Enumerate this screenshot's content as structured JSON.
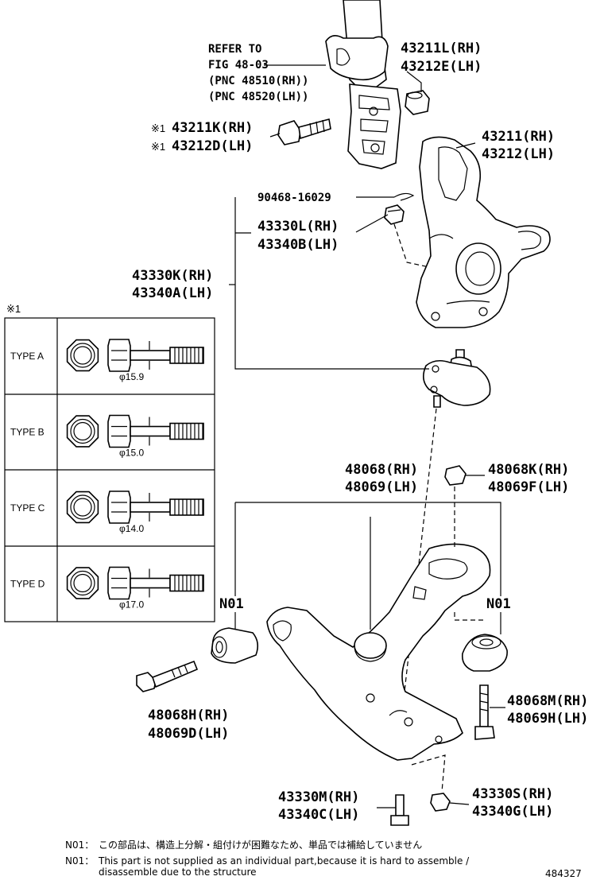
{
  "refer": {
    "line1": "REFER TO",
    "line2": "FIG 48-03",
    "line3": "(PNC 48510(RH))",
    "line4": "(PNC 48520(LH))"
  },
  "parts": {
    "p43211L": "43211L(RH)",
    "p43212E": "43212E(LH)",
    "p43211K": "43211K(RH)",
    "p43212D": "43212D(LH)",
    "mark": "※1",
    "p43211": "43211(RH)",
    "p43212": "43212(LH)",
    "p90468": "90468-16029",
    "p43330L": "43330L(RH)",
    "p43340B": "43340B(LH)",
    "p43330K": "43330K(RH)",
    "p43340A": "43340A(LH)",
    "p48068": "48068(RH)",
    "p48069": "48069(LH)",
    "p48068K": "48068K(RH)",
    "p48069F": "48069F(LH)",
    "n01_left": "N01",
    "n01_right": "N01",
    "p48068H": "48068H(RH)",
    "p48069D": "48069D(LH)",
    "p48068M": "48068M(RH)",
    "p48069H": "48069H(LH)",
    "p43330M": "43330M(RH)",
    "p43340C": "43340C(LH)",
    "p43330S": "43330S(RH)",
    "p43340G": "43340G(LH)"
  },
  "type_table": {
    "mark": "※1",
    "rows": [
      {
        "type": "TYPE A",
        "dia": "φ15.9"
      },
      {
        "type": "TYPE B",
        "dia": "φ15.0"
      },
      {
        "type": "TYPE C",
        "dia": "φ14.0"
      },
      {
        "type": "TYPE D",
        "dia": "φ17.0"
      }
    ]
  },
  "notes": {
    "jp_code": "N01：",
    "jp_text": "この部品は、構造上分解・組付けが困難なため、単品では補給していません",
    "en_code": "N01：",
    "en_text1": "This part is not supplied as an individual part,because it is hard to assemble /",
    "en_text2": "disassemble due to the structure"
  },
  "figure_number": "484327"
}
